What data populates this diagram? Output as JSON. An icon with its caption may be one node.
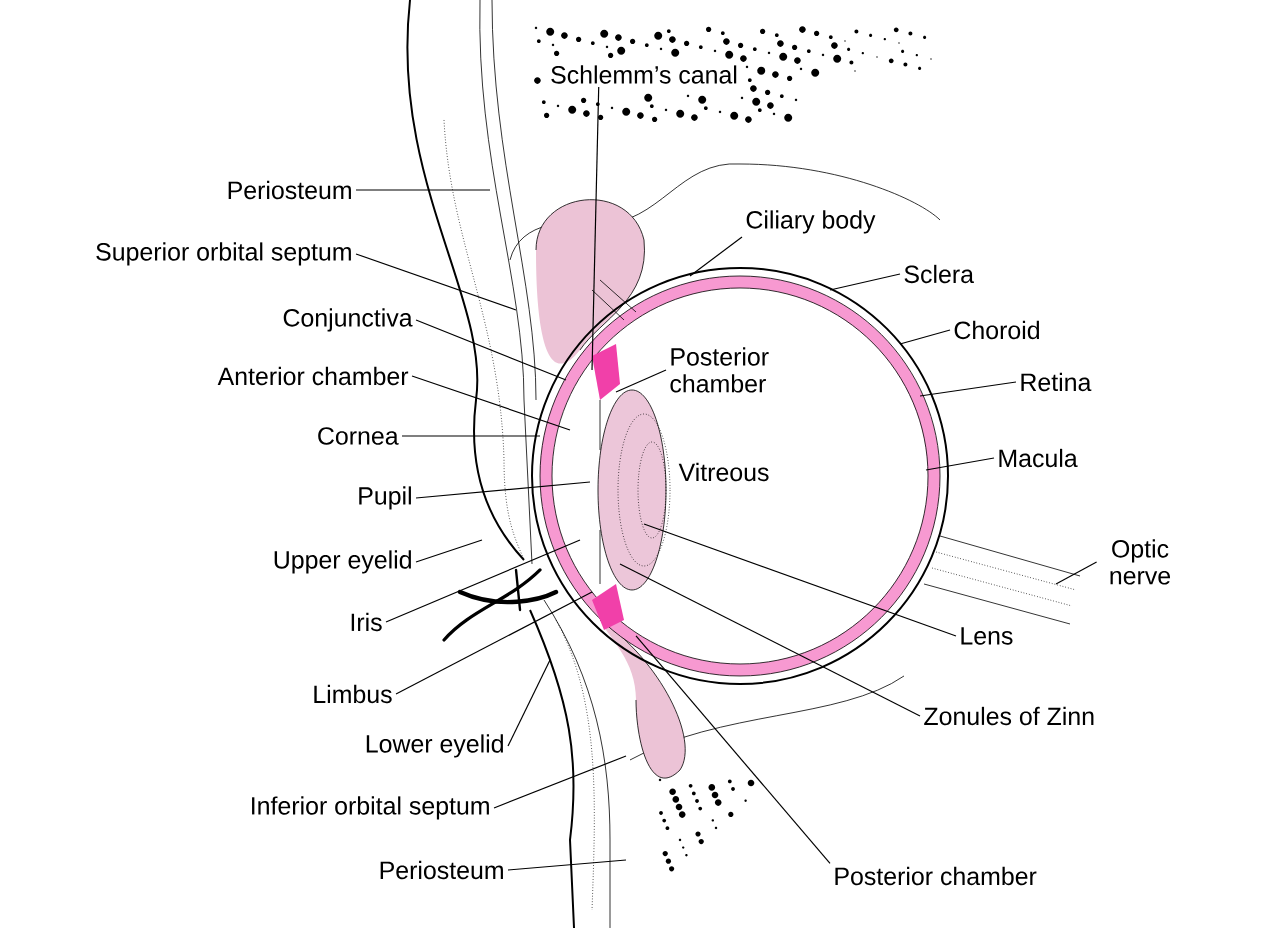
{
  "diagram": {
    "nodes": [
      {
        "text": [
          "Schlemm’s canal"
        ]
      },
      {
        "text": [
          "Periosteum"
        ]
      },
      {
        "text": [
          "Superior orbital septum"
        ]
      },
      {
        "text": [
          "Conjunctiva"
        ]
      },
      {
        "text": [
          "Anterior chamber"
        ]
      },
      {
        "text": [
          "Cornea"
        ]
      },
      {
        "text": [
          "Pupil"
        ]
      },
      {
        "text": [
          "Upper eyelid"
        ]
      },
      {
        "text": [
          "Iris"
        ]
      },
      {
        "text": [
          "Limbus"
        ]
      },
      {
        "text": [
          "Lower eyelid"
        ]
      },
      {
        "text": [
          "Inferior orbital septum"
        ]
      },
      {
        "text": [
          "Periosteum"
        ]
      },
      {
        "text": [
          "Ciliary body"
        ]
      },
      {
        "text": [
          "Sclera"
        ]
      },
      {
        "text": [
          "Choroid"
        ]
      },
      {
        "text": [
          "Retina"
        ]
      },
      {
        "text": [
          "Posterior chamber"
        ]
      },
      {
        "text": [
          "Macula"
        ]
      },
      {
        "text": [
          "Optic nerve"
        ]
      },
      {
        "text": [
          "Lens"
        ]
      },
      {
        "text": [
          "Zonules of Zinn"
        ]
      },
      {
        "text": [
          "Posterior chamber"
        ]
      }
    ],
    "edges": [
      {
        "from": 0,
        "to": null,
        "arrow": "none"
      },
      {
        "from": 1,
        "to": null,
        "arrow": "none"
      },
      {
        "from": 2,
        "to": null,
        "arrow": "none"
      },
      {
        "from": 3,
        "to": null,
        "arrow": "none"
      },
      {
        "from": 4,
        "to": null,
        "arrow": "none"
      },
      {
        "from": 5,
        "to": null,
        "arrow": "none"
      },
      {
        "from": 6,
        "to": null,
        "arrow": "none"
      },
      {
        "from": 7,
        "to": null,
        "arrow": "none"
      },
      {
        "from": 8,
        "to": null,
        "arrow": "none"
      },
      {
        "from": 9,
        "to": null,
        "arrow": "none"
      },
      {
        "from": 10,
        "to": null,
        "arrow": "none"
      },
      {
        "from": 11,
        "to": null,
        "arrow": "none"
      },
      {
        "from": 12,
        "to": null,
        "arrow": "none"
      },
      {
        "from": 13,
        "to": null,
        "arrow": "none"
      },
      {
        "from": 14,
        "to": null,
        "arrow": "none"
      },
      {
        "from": 15,
        "to": null,
        "arrow": "none"
      },
      {
        "from": 16,
        "to": null,
        "arrow": "none"
      },
      {
        "from": 17,
        "to": null,
        "arrow": "none"
      },
      {
        "from": 18,
        "to": null,
        "arrow": "none"
      },
      {
        "from": 19,
        "to": null,
        "arrow": "none"
      },
      {
        "from": 20,
        "to": null,
        "arrow": "none"
      },
      {
        "from": 21,
        "to": null,
        "arrow": "none"
      },
      {
        "from": 22,
        "to": null,
        "arrow": "none"
      }
    ],
    "labels": [
      "Vitreous"
    ]
  }
}
